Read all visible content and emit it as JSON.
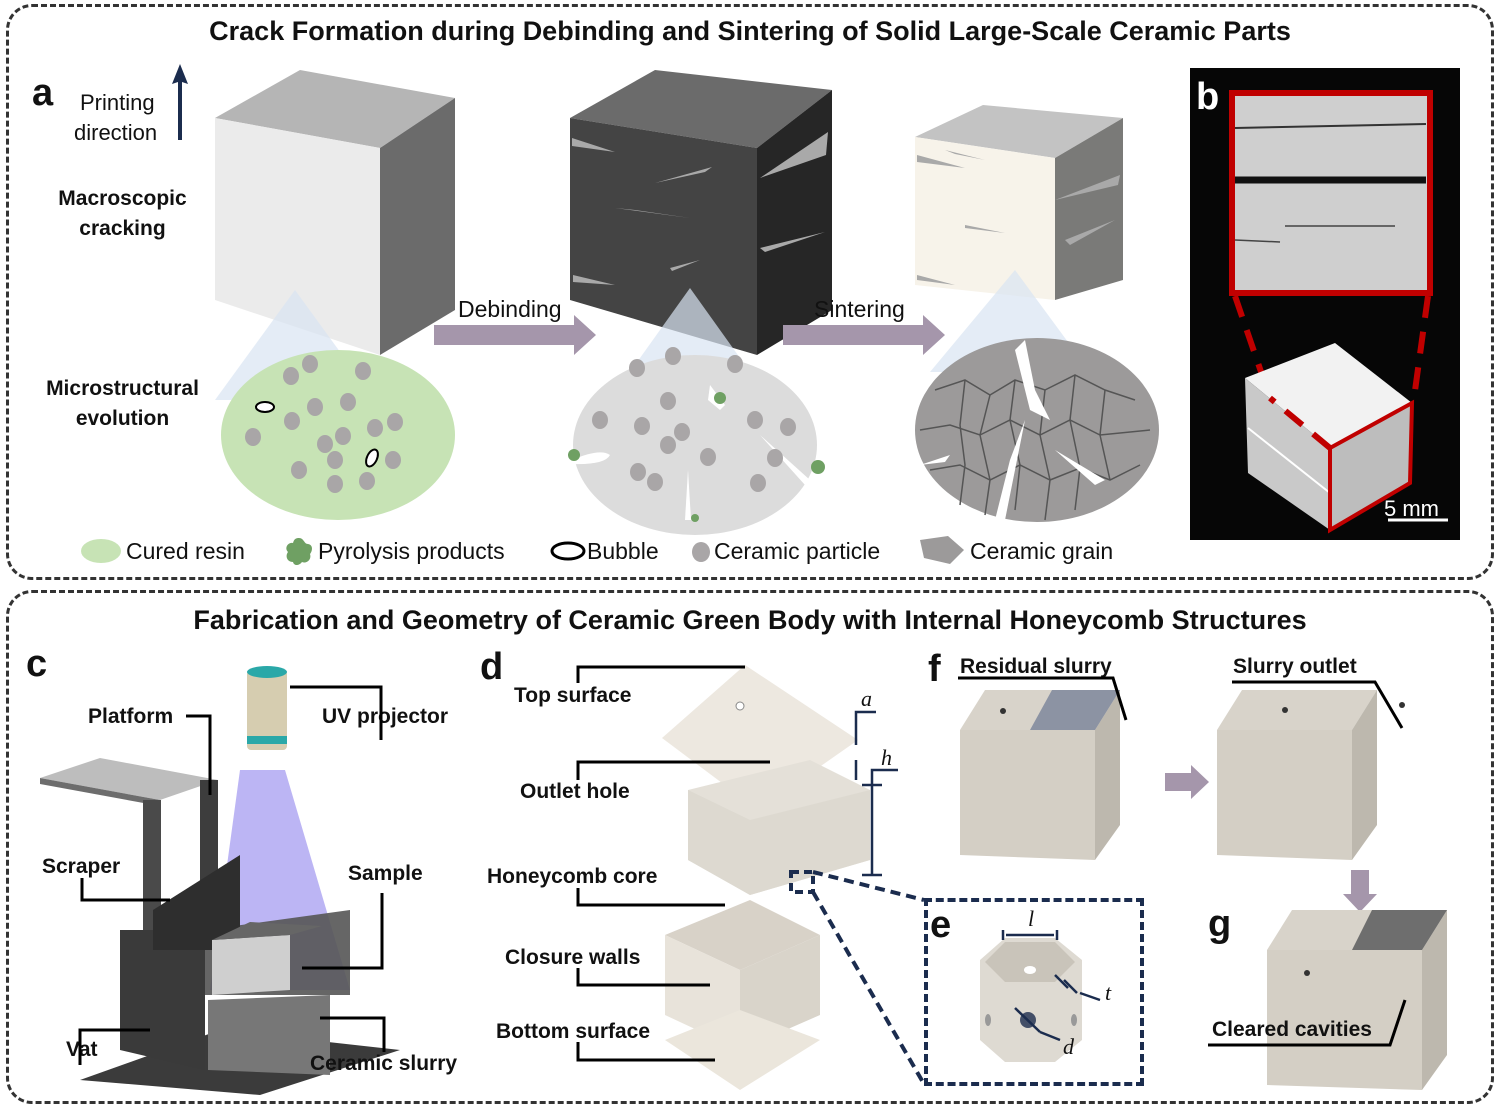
{
  "top_panel": {
    "title": "Crack Formation during Debinding and Sintering of Solid Large-Scale Ceramic Parts",
    "panel_a": {
      "label": "a",
      "printing_direction": [
        "Printing",
        "direction"
      ],
      "row_macro": [
        "Macroscopic",
        "cracking"
      ],
      "row_micro": [
        "Microstructural",
        "evolution"
      ],
      "step1": "Debinding",
      "step2": "Sintering",
      "legend": [
        {
          "icon": "cured-resin-swatch",
          "label": "Cured resin",
          "color": "#c7e3b5"
        },
        {
          "icon": "pyrolysis-products-swatch",
          "label": "Pyrolysis products",
          "color": "#6fa063"
        },
        {
          "icon": "bubble-swatch",
          "label": "Bubble",
          "color": "#ffffff"
        },
        {
          "icon": "ceramic-particle-swatch",
          "label": "Ceramic particle",
          "color": "#a9a6a7"
        },
        {
          "icon": "ceramic-grain-swatch",
          "label": "Ceramic grain",
          "color": "#9c9a9a"
        }
      ]
    },
    "panel_b": {
      "label": "b",
      "scale_bar": "5 mm",
      "highlight_color": "#c00000"
    }
  },
  "bottom_panel": {
    "title": "Fabrication and Geometry of Ceramic Green Body with Internal Honeycomb Structures",
    "panel_c": {
      "label": "c",
      "callouts": {
        "platform": "Platform",
        "uv_projector": "UV projector",
        "scraper": "Scraper",
        "sample": "Sample",
        "vat": "Vat",
        "ceramic_slurry": "Ceramic slurry"
      }
    },
    "panel_d": {
      "label": "d",
      "callouts": {
        "top_surface": "Top surface",
        "outlet_hole": "Outlet hole",
        "honeycomb_core": "Honeycomb core",
        "closure_walls": "Closure walls",
        "bottom_surface": "Bottom surface"
      },
      "dims": {
        "a": "a",
        "h": "h"
      }
    },
    "panel_e": {
      "label": "e",
      "dims": {
        "l": "l",
        "t": "t",
        "d": "d"
      }
    },
    "panel_f": {
      "label": "f",
      "callouts": {
        "residual_slurry": "Residual slurry",
        "slurry_outlet": "Slurry outlet"
      }
    },
    "panel_g": {
      "label": "g",
      "callouts": {
        "cleared_cavities": "Cleared cavities"
      }
    }
  }
}
